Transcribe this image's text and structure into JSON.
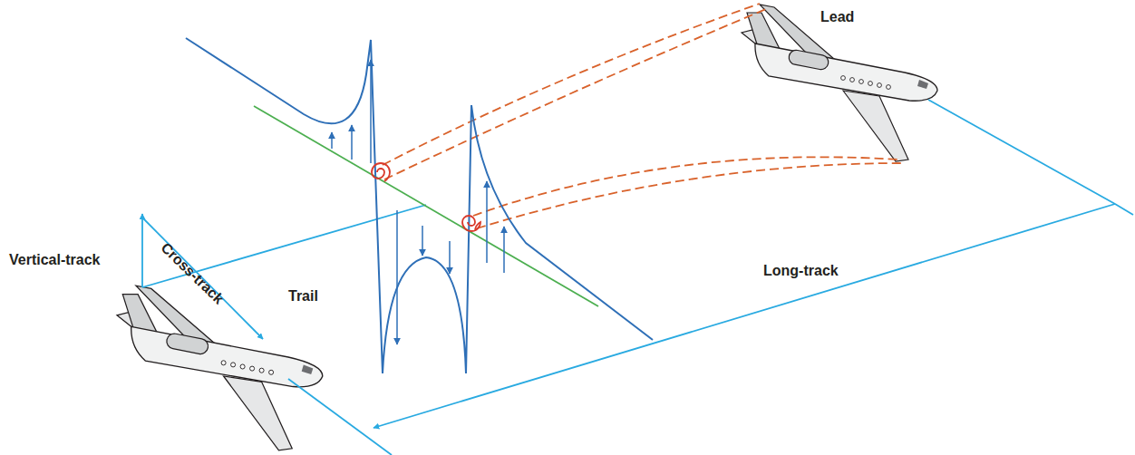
{
  "diagram": {
    "labels": [
      "Lead",
      "Trail",
      "Vertical-track",
      "Cross-track",
      "Long-track"
    ]
  }
}
